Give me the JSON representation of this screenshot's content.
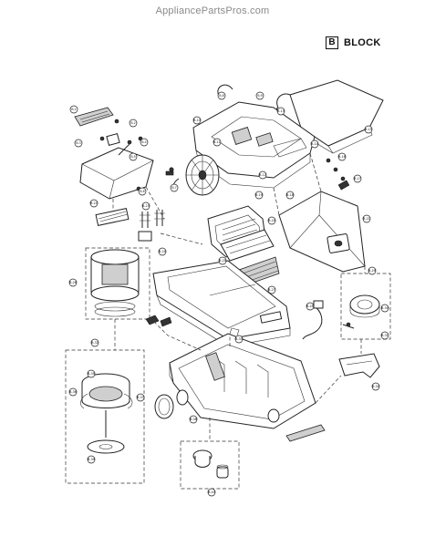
{
  "header": {
    "watermark": "AppliancePartsPros.com"
  },
  "block": {
    "letter": "B",
    "label": "BLOCK"
  },
  "diagram": {
    "callouts": [
      "B-1",
      "B-2",
      "B-3",
      "B-4",
      "B-5",
      "B-6",
      "B-7",
      "B-8",
      "B-9",
      "B-10",
      "B-11",
      "B-12",
      "B-13",
      "B-14",
      "B-15",
      "B-16",
      "B-17",
      "B-18",
      "B-19",
      "B-20",
      "B-21",
      "B-22",
      "B-23",
      "B-24",
      "B-25",
      "B-26",
      "B-27",
      "B-28",
      "B-29",
      "B-30",
      "B-31",
      "B-32",
      "B-33",
      "B-34",
      "B-35",
      "B-36",
      "B-37",
      "B-38",
      "B-39",
      "B-40"
    ]
  }
}
